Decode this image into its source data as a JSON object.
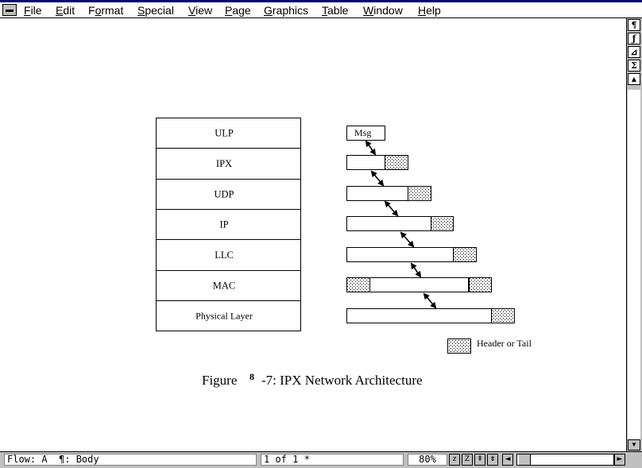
{
  "menubar": {
    "items": [
      {
        "label": "File",
        "key": "F"
      },
      {
        "label": "Edit",
        "key": "E"
      },
      {
        "label": "Format",
        "key": "o"
      },
      {
        "label": "Special",
        "key": "S"
      },
      {
        "label": "View",
        "key": "V"
      },
      {
        "label": "Page",
        "key": "P"
      },
      {
        "label": "Graphics",
        "key": "G"
      },
      {
        "label": "Table",
        "key": "T"
      },
      {
        "label": "Window",
        "key": "W"
      },
      {
        "label": "Help",
        "key": "H"
      }
    ]
  },
  "toolbox": {
    "buttons": [
      {
        "glyph": "¶",
        "icon": "paragraph-icon"
      },
      {
        "glyph": "ƒ",
        "icon": "function-icon"
      },
      {
        "glyph": "⊿",
        "icon": "graphics-icon"
      },
      {
        "glyph": "Σ",
        "icon": "equation-icon"
      },
      {
        "glyph": "▲",
        "icon": "scroll-up-icon"
      }
    ]
  },
  "diagram": {
    "layers": [
      "ULP",
      "IPX",
      "UDP",
      "IP",
      "LLC",
      "MAC",
      "Physical Layer"
    ],
    "msg_label": "Msg",
    "legend_label": "Header or Tail",
    "caption_prefix": "Figure",
    "caption_number": "8",
    "caption_suffix": "-7: IPX Network Architecture"
  },
  "statusbar": {
    "flow": "Flow: A",
    "tag": "¶: Body",
    "page": "1 of 1 *",
    "zoom": "80%"
  }
}
